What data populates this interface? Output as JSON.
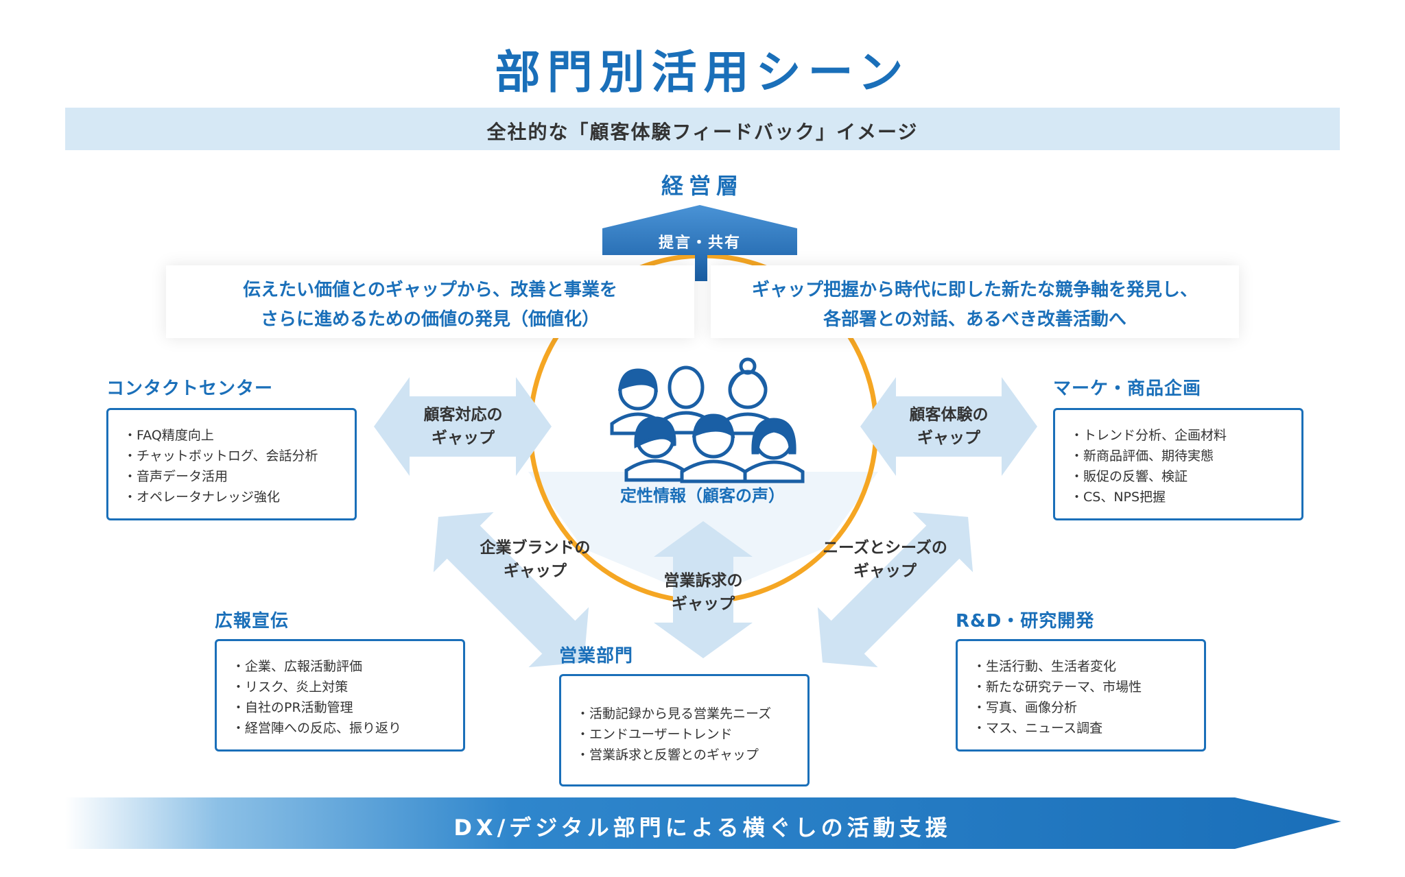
{
  "title": "部門別活用シーン",
  "subtitle": "全社的な「顧客体験フィードバック」イメージ",
  "executive": {
    "label": "経営層",
    "arrow_label": "提言・共有"
  },
  "messages": {
    "left": [
      "伝えたい価値とのギャップから、改善と事業を",
      "さらに進めるための価値の発見（価値化）"
    ],
    "right": [
      "ギャップ把握から時代に即した新たな競争軸を発見し、",
      "各部署との対話、あるべき改善活動へ"
    ]
  },
  "center": {
    "label": "定性情報（顧客の声）"
  },
  "gaps": {
    "contact": [
      "顧客対応の",
      "ギャップ"
    ],
    "marketing": [
      "顧客体験の",
      "ギャップ"
    ],
    "brand": [
      "企業ブランドの",
      "ギャップ"
    ],
    "sales": [
      "営業訴求の",
      "ギャップ"
    ],
    "needs": [
      "ニーズとシーズの",
      "ギャップ"
    ]
  },
  "departments": {
    "contact_center": {
      "title": "コンタクトセンター",
      "items": [
        "FAQ精度向上",
        "チャットボットログ、会話分析",
        "音声データ活用",
        "オペレータナレッジ強化"
      ]
    },
    "marketing": {
      "title": "マーケ・商品企画",
      "items": [
        "トレンド分析、企画材料",
        "新商品評価、期待実態",
        "販促の反響、検証",
        "CS、NPS把握"
      ]
    },
    "pr": {
      "title": "広報宣伝",
      "items": [
        "企業、広報活動評価",
        "リスク、炎上対策",
        "自社のPR活動管理",
        "経営陣への反応、振り返り"
      ]
    },
    "sales": {
      "title": "営業部門",
      "items": [
        "活動記録から見る営業先ニーズ",
        "エンドユーザートレンド",
        "営業訴求と反響とのギャップ"
      ]
    },
    "rnd": {
      "title": "R&D・研究開発",
      "items": [
        "生活行動、生活者変化",
        "新たな研究テーマ、市場性",
        "写真、画像分析",
        "マス、ニュース調査"
      ]
    }
  },
  "footer": {
    "label": "DX/デジタル部門による横ぐしの活動支援"
  },
  "colors": {
    "brand_blue": "#1a6fb9",
    "light_blue": "#d6e8f5",
    "orange": "#f5a623"
  }
}
